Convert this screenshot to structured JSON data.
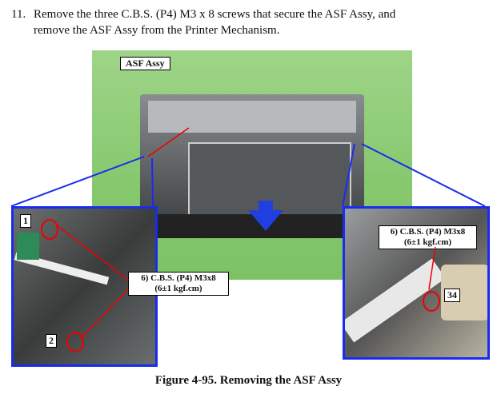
{
  "step": {
    "number": "11.",
    "line1": "Remove the three C.B.S. (P4) M3 x 8 screws that secure the ASF Assy, and",
    "line2": "remove the ASF Assy from the Printer Mechanism."
  },
  "photo": {
    "asf_label": "ASF Assy"
  },
  "left_inset": {
    "marker_1": "1",
    "marker_2": "2",
    "callout_line1": "6) C.B.S. (P4)  M3x8",
    "callout_line2": "(6±1 kgf.cm)"
  },
  "right_inset": {
    "marker_3": "34",
    "callout_line1": "6) C.B.S. (P4)  M3x8",
    "callout_line2": "(6±1 kgf.cm)"
  },
  "caption": "Figure 4-95. Removing the ASF Assy",
  "colors": {
    "highlight_border": "#1a2bf0",
    "arrow": "#1f3fe0",
    "marker_ring": "#e00000"
  }
}
